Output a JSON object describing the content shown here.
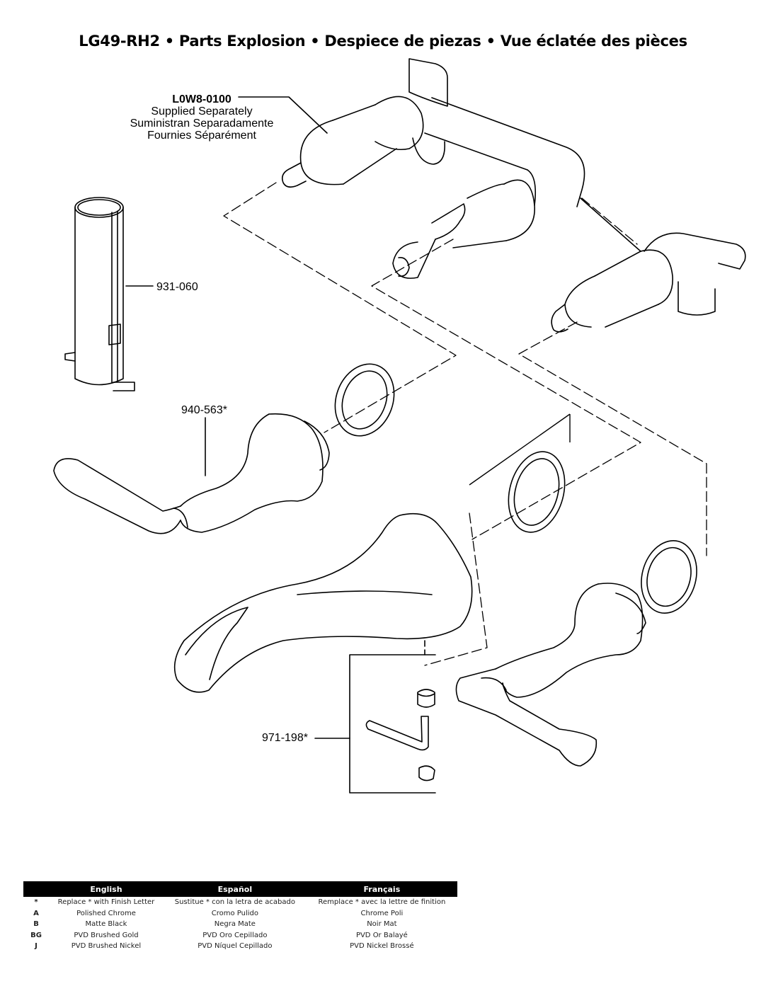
{
  "title": "LG49-RH2 • Parts Explosion • Despiece de piezas • Vue éclatée des pièces",
  "callouts": {
    "rough_in": {
      "part": "L0W8-0100",
      "lines": [
        "Supplied Separately",
        "Suministran Separadamente",
        "Fournies Séparément"
      ]
    },
    "sleeve": "931-060",
    "handle": "940-563*",
    "hardware_kit": "971-198*"
  },
  "legend": {
    "headers": [
      "English",
      "Español",
      "Français"
    ],
    "rows": [
      {
        "code": "*",
        "en": "Replace * with Finish Letter",
        "es": "Sustitue * con la letra de acabado",
        "fr": "Remplace * avec la lettre de finition"
      },
      {
        "code": "A",
        "en": "Polished Chrome",
        "es": "Cromo Pulido",
        "fr": "Chrome Poli"
      },
      {
        "code": "B",
        "en": "Matte Black",
        "es": "Negra Mate",
        "fr": "Noir Mat"
      },
      {
        "code": "BG",
        "en": "PVD Brushed Gold",
        "es": "PVD Oro Cepillado",
        "fr": "PVD Or Balayé"
      },
      {
        "code": "J",
        "en": "PVD Brushed Nickel",
        "es": "PVD Níquel Cepillado",
        "fr": "PVD Nickel Brossé"
      }
    ]
  }
}
